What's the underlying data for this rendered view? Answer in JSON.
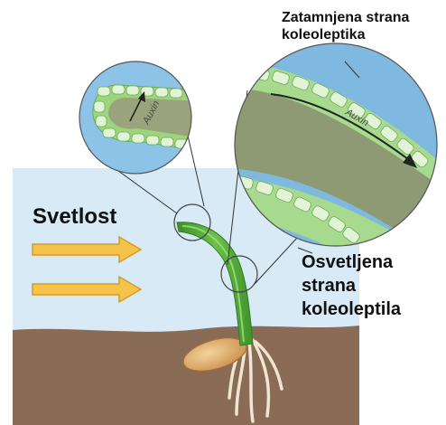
{
  "light_label": "Svetlost",
  "shaded_side_label": [
    "Zatamnjena strana",
    "koleoleptika"
  ],
  "lit_side_label": [
    "Osvetljena",
    "strana",
    "koleoleptila"
  ],
  "auxin_small": "Auxin",
  "auxin_large": "Auxin",
  "colors": {
    "sky": "#d7eaf5",
    "soil": "#8a6b55",
    "shoot": "#5fb13f",
    "cell_wall": "#a7d98f",
    "cell_inner": "#8d9a73",
    "arrow": "#f5c34a",
    "zoom_bg": "#7fb9df"
  },
  "icons": [
    "light-arrow-icon",
    "light-arrow-icon",
    "auxin-arrow-icon"
  ]
}
